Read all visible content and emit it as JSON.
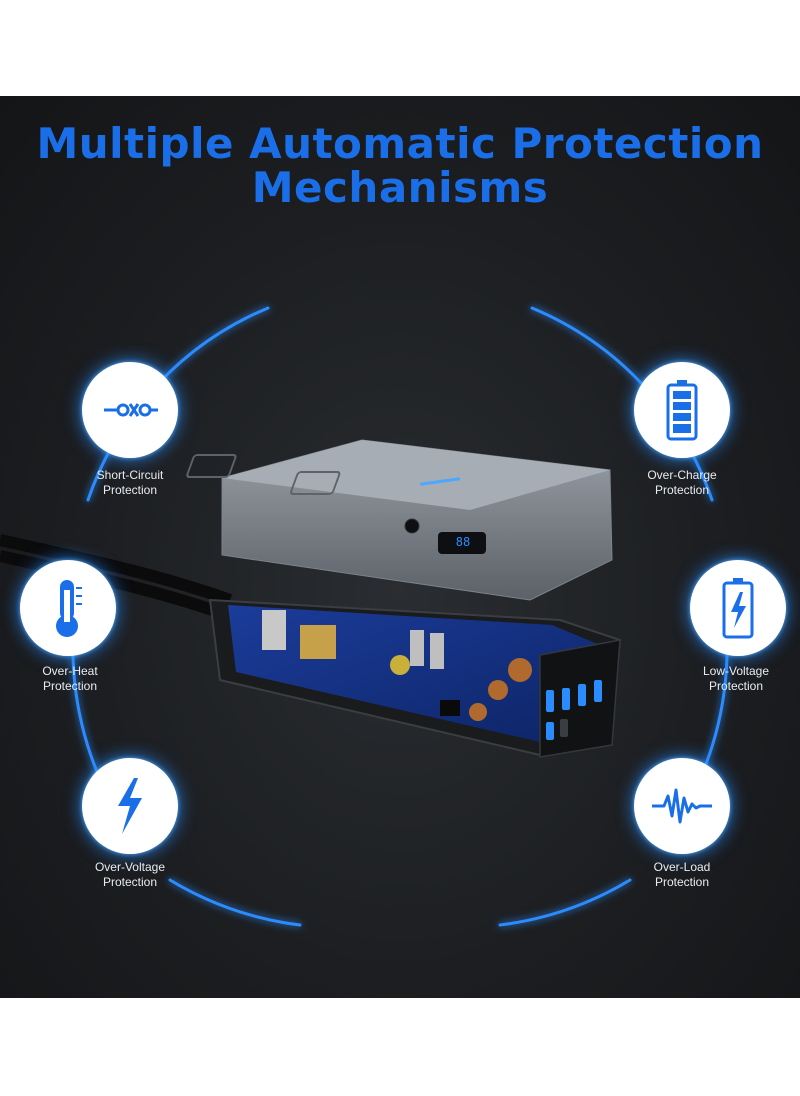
{
  "title": {
    "line1": "Multiple Automatic Protection",
    "line2": "Mechanisms"
  },
  "accent_color": "#1a6fe8",
  "glow_color": "#2b8cff",
  "features": [
    {
      "icon": "short-circuit-icon",
      "line1": "Short-Circuit",
      "line2": "Protection"
    },
    {
      "icon": "thermometer-icon",
      "line1": "Over-Heat",
      "line2": "Protection"
    },
    {
      "icon": "lightning-icon",
      "line1": "Over-Voltage",
      "line2": "Protection"
    },
    {
      "icon": "battery-full-icon",
      "line1": "Over-Charge",
      "line2": "Protection"
    },
    {
      "icon": "battery-charging-icon",
      "line1": "Low-Voltage",
      "line2": "Protection"
    },
    {
      "icon": "waveform-icon",
      "line1": "Over-Load",
      "line2": "Protection"
    }
  ],
  "product": {
    "display_reading": "88"
  }
}
